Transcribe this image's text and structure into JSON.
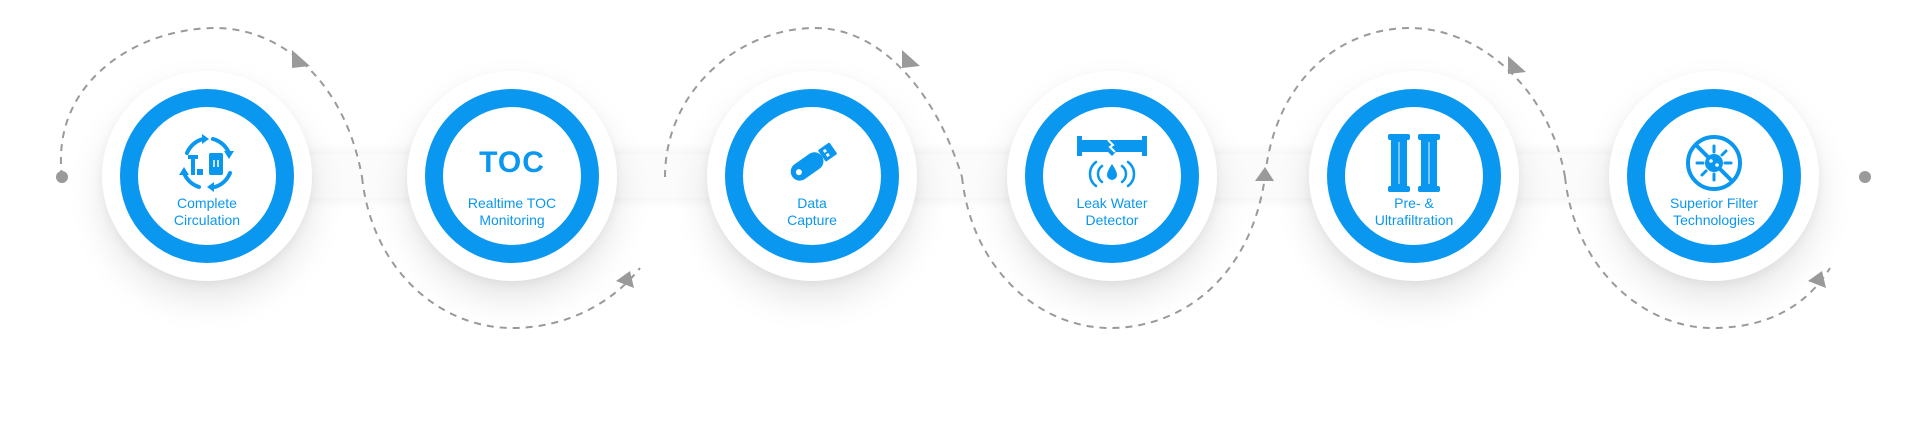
{
  "accent_color": "#0a97f0",
  "connector_color": "#9a9a9a",
  "features": [
    {
      "icon": "circulation-cycle-icon",
      "line1": "Complete",
      "line2": "Circulation"
    },
    {
      "icon": "toc-text-icon",
      "icon_text": "TOC",
      "line1": "Realtime TOC",
      "line2": "Monitoring"
    },
    {
      "icon": "usb-stick-icon",
      "line1": "Data",
      "line2": "Capture"
    },
    {
      "icon": "leaking-pipe-icon",
      "line1": "Leak Water",
      "line2": "Detector"
    },
    {
      "icon": "filter-cartridges-icon",
      "line1": "Pre- &",
      "line2": "Ultrafiltration"
    },
    {
      "icon": "filter-blocked-germ-icon",
      "line1": "Superior Filter",
      "line2": "Technologies"
    }
  ]
}
